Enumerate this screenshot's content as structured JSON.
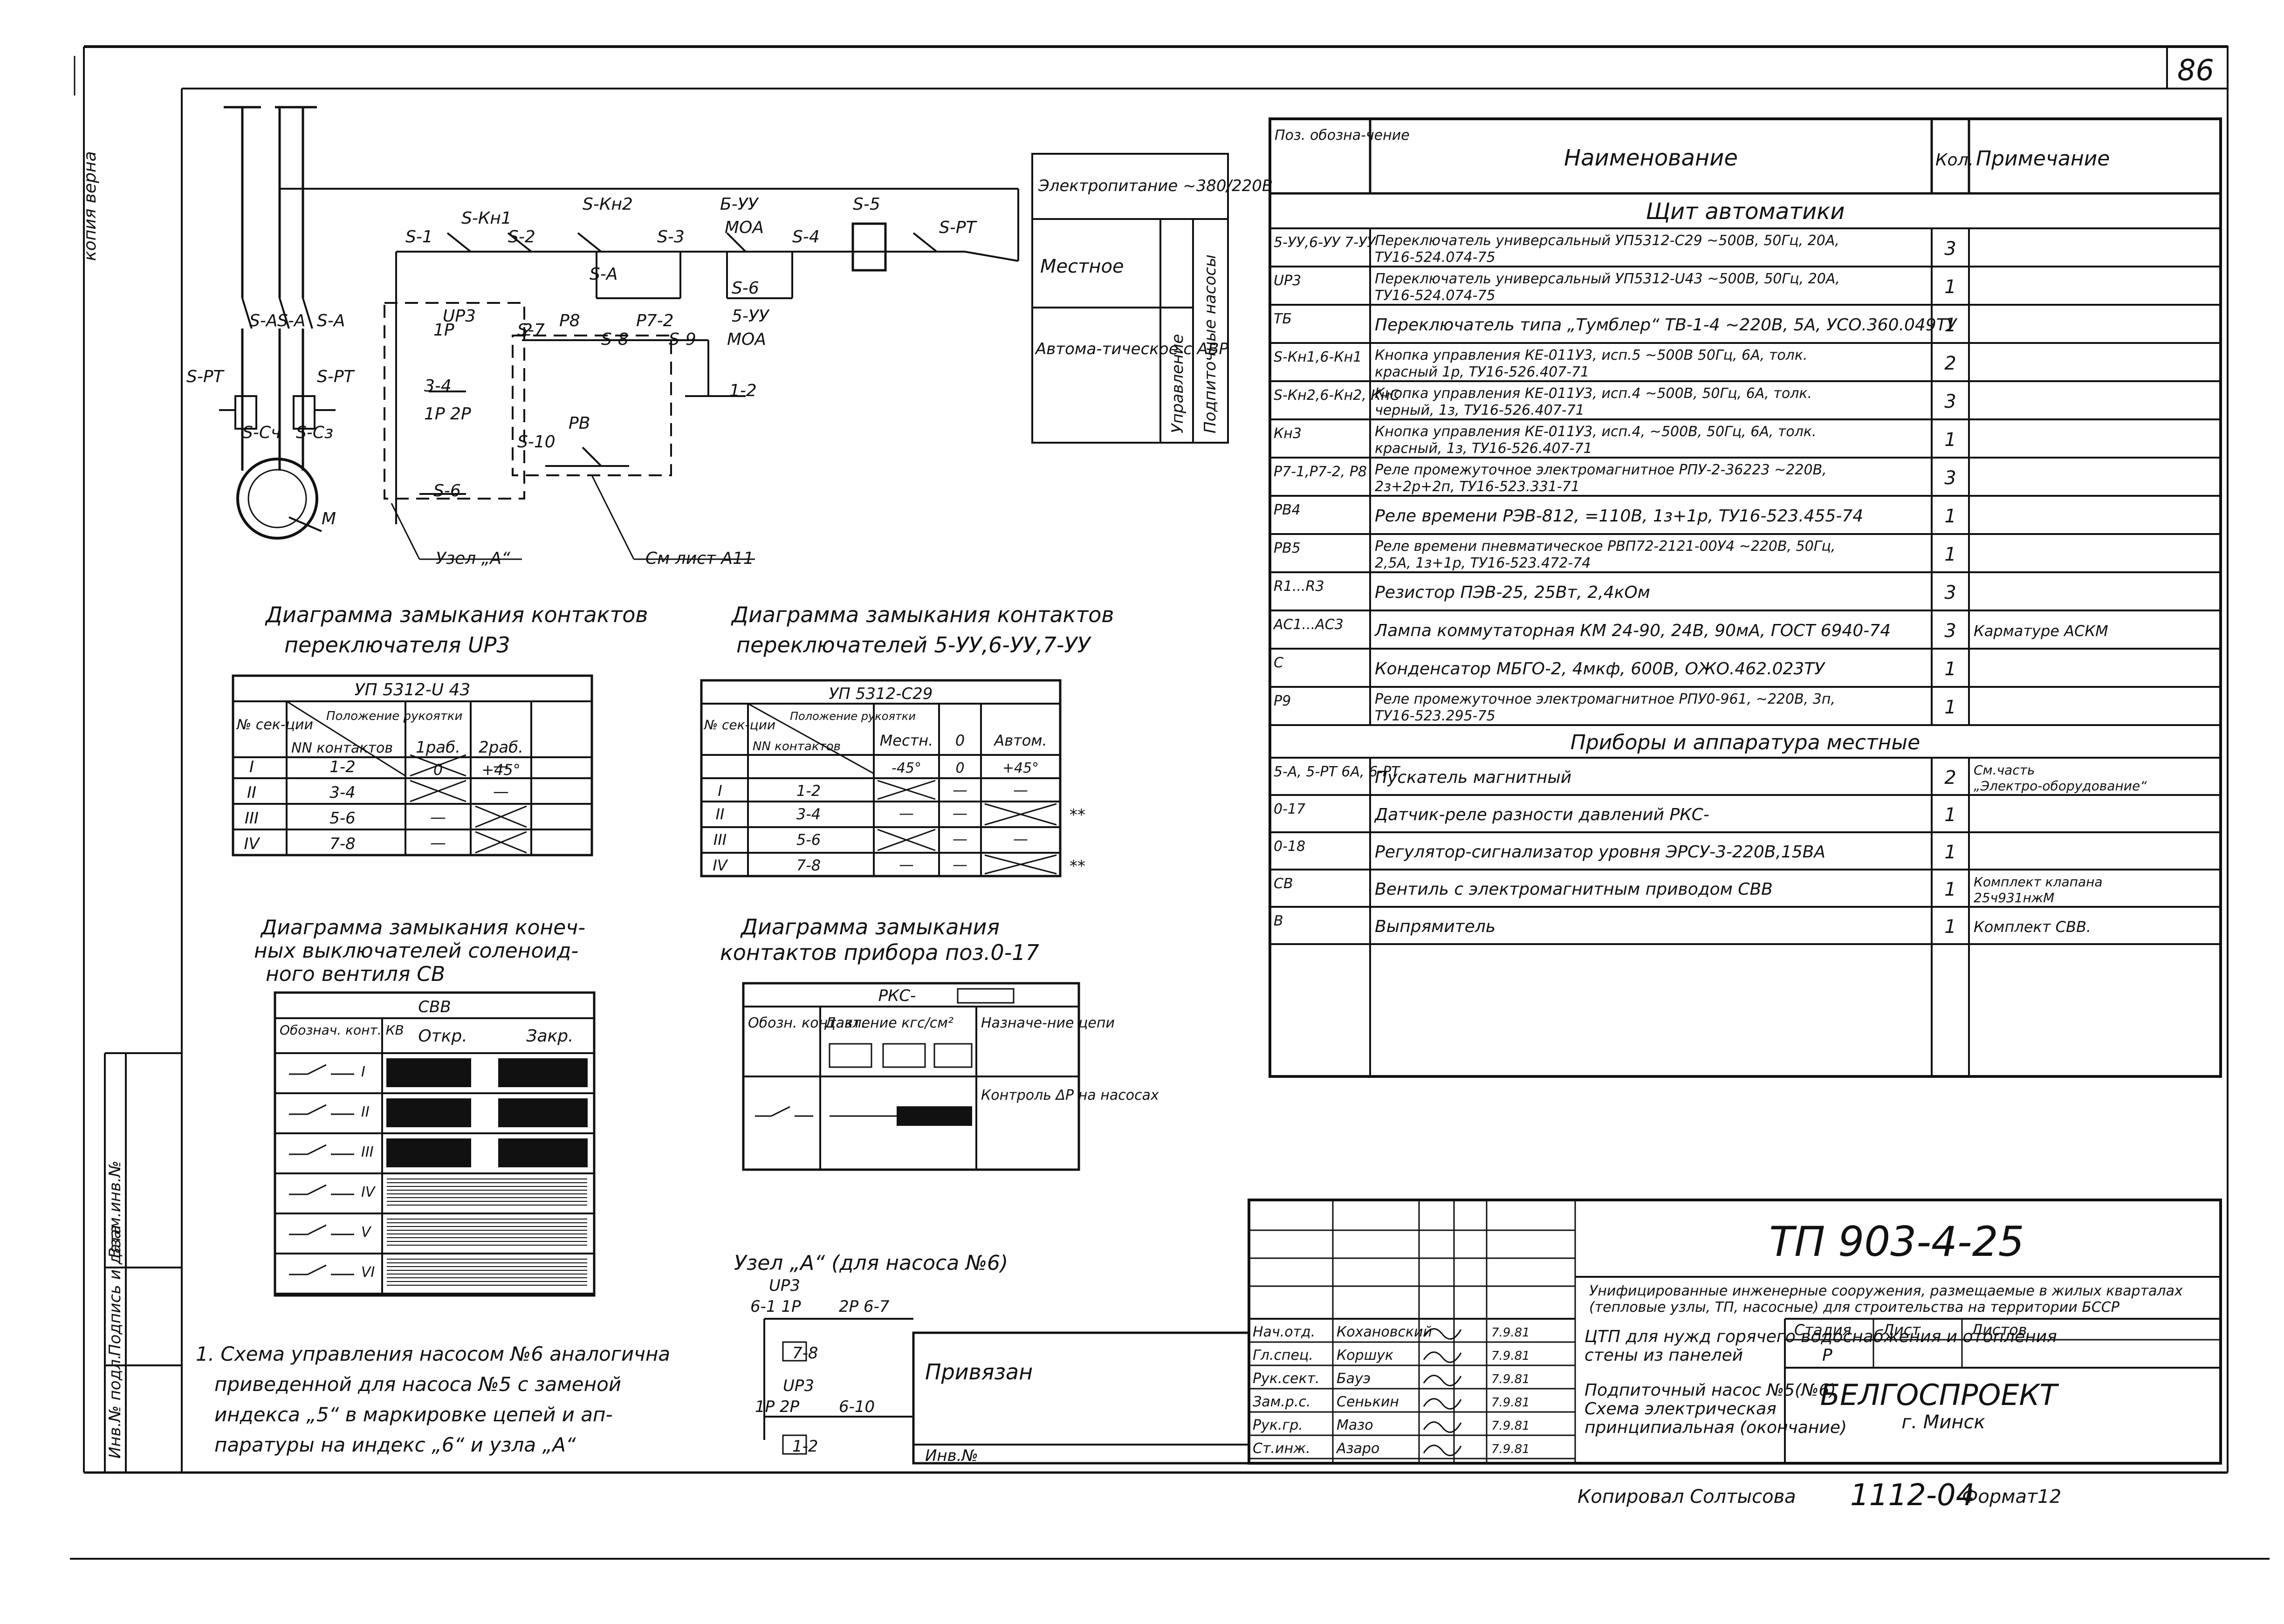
{
  "sheet": {
    "page_number": "86",
    "margin_note": "копия верна",
    "margin_labels": [
      "Инв.№ подл.",
      "Подпись и дата",
      "Взам.инв.№"
    ]
  },
  "power_block": {
    "header": "Электропитание ~380/220В",
    "rows": [
      "Местное",
      "Автома-тическое с АВР"
    ],
    "side_labels": [
      "Управление",
      "Подпиточные насосы"
    ]
  },
  "schematic_labels": [
    "S-1",
    "S-Кн1",
    "S-2",
    "S-Кн2",
    "S-3",
    "S-А",
    "Б-УУ",
    "МОА",
    "S-4",
    "S-6",
    "S-5",
    "S-РТ",
    "UP3",
    "1Р",
    "2",
    "3-4",
    "1Р 2Р",
    "S-7",
    "P8",
    "Р7-2",
    "S-8",
    "S-9",
    "5-УУ",
    "МОА",
    "1-2",
    "S-10",
    "РВ",
    "S-6",
    "S-РТ",
    "S-А",
    "S-А",
    "S-А",
    "S-РТ",
    "S-Сч",
    "S-Сз",
    "М",
    "Узел „А“",
    "См лист А11"
  ],
  "diagram_up3": {
    "title1": "Диаграмма замыкания контактов",
    "title2": "переключателя UP3",
    "model": "УП 5312-U 43",
    "headers": [
      "№ сек-ции",
      "NN контактов",
      "Положение рукоятки",
      "1раб.",
      "2раб."
    ],
    "angles": [
      "0",
      "+45°"
    ],
    "rows": [
      {
        "sec": "I",
        "cont": "1-2",
        "c1": "X",
        "c2": "—"
      },
      {
        "sec": "II",
        "cont": "3-4",
        "c1": "X",
        "c2": "—"
      },
      {
        "sec": "III",
        "cont": "5-6",
        "c1": "—",
        "c2": "X"
      },
      {
        "sec": "IV",
        "cont": "7-8",
        "c1": "—",
        "c2": "X"
      }
    ]
  },
  "diagram_uu": {
    "title1": "Диаграмма замыкания контактов",
    "title2": "переключателей 5-УУ,6-УУ,7-УУ",
    "model": "УП 5312-С29",
    "headers": [
      "№ сек-ции",
      "NN контактов",
      "Положение рукоятки",
      "Местн.",
      "0",
      "Автом."
    ],
    "angles": [
      "-45°",
      "0",
      "+45°"
    ],
    "rows": [
      {
        "sec": "I",
        "cont": "1-2",
        "c1": "X",
        "c2": "—",
        "c3": "—",
        "mark": ""
      },
      {
        "sec": "II",
        "cont": "3-4",
        "c1": "—",
        "c2": "—",
        "c3": "X",
        "mark": "**"
      },
      {
        "sec": "III",
        "cont": "5-6",
        "c1": "X",
        "c2": "—",
        "c3": "—",
        "mark": ""
      },
      {
        "sec": "IV",
        "cont": "7-8",
        "c1": "—",
        "c2": "—",
        "c3": "X",
        "mark": "**"
      }
    ]
  },
  "diagram_cb": {
    "title1": "Диаграмма замыкания конеч-",
    "title2": "ных выключателей соленоид-",
    "title3": "ного вентиля СВ",
    "model": "СВВ",
    "headers": [
      "Обознач. конт. КВ",
      "Откр.",
      "Закр."
    ],
    "row_marks": [
      "I",
      "II",
      "III",
      "IV",
      "V",
      "VI"
    ]
  },
  "diagram_pks": {
    "title1": "Диаграмма замыкания",
    "title2": "контактов прибора поз.0-17",
    "model": "РКС-",
    "headers": [
      "Обозн. контакт.",
      "Давление кгс/см²",
      "Назначе-ние цепи"
    ],
    "purpose": "Контроль ΔР на насосах"
  },
  "node_a": {
    "title": "Узел „А“ (для насоса №6)",
    "labels": [
      "UP3",
      "6-1 1Р",
      "2Р 6-7",
      "7-8",
      "UP3",
      "1Р 2Р",
      "6-10",
      "1-2"
    ]
  },
  "note": {
    "lines": [
      "1. Схема управления насосом №6 аналогична",
      "приведенной для насоса №5 с заменой",
      "индекса „5“ в маркировке цепей и ап-",
      "паратуры на индекс „6“ и узла „А“"
    ]
  },
  "spec_table": {
    "headers": [
      "Поз. обозна-чение",
      "Наименование",
      "Кол.",
      "Примечание"
    ],
    "section1": "Щит автоматики",
    "rows1": [
      {
        "pos": "5-УУ,6-УУ 7-УУ",
        "name": "Переключатель универсальный УП5312-С29 ~500В, 50Гц, 20А, ТУ16-524.074-75",
        "qty": "3",
        "note": ""
      },
      {
        "pos": "UP3",
        "name": "Переключатель универсальный УП5312-U43 ~500В, 50Гц, 20А, ТУ16-524.074-75",
        "qty": "1",
        "note": ""
      },
      {
        "pos": "ТБ",
        "name": "Переключатель типа „Тумблер“ ТВ-1-4 ~220В, 5А, УСО.360.049ТУ",
        "qty": "1",
        "note": ""
      },
      {
        "pos": "S-Кн1,6-Кн1",
        "name": "Кнопка управления КЕ-011У3, исп.5 ~500В 50Гц, 6А, толк. красный 1р, ТУ16-526.407-71",
        "qty": "2",
        "note": ""
      },
      {
        "pos": "S-Кн2,6-Кн2, КнС",
        "name": "Кнопка управления КЕ-011У3, исп.4 ~500В, 50Гц, 6А, толк. черный, 1з, ТУ16-526.407-71",
        "qty": "3",
        "note": ""
      },
      {
        "pos": "Кн3",
        "name": "Кнопка управления КЕ-011У3, исп.4, ~500В, 50Гц, 6А, толк. красный, 1з, ТУ16-526.407-71",
        "qty": "1",
        "note": ""
      },
      {
        "pos": "Р7-1,Р7-2, Р8",
        "name": "Реле промежуточное электромагнитное РПУ-2-36223 ~220В, 2з+2р+2п, ТУ16-523.331-71",
        "qty": "3",
        "note": ""
      },
      {
        "pos": "РВ4",
        "name": "Реле времени РЭВ-812, =110В, 1з+1р, ТУ16-523.455-74",
        "qty": "1",
        "note": ""
      },
      {
        "pos": "РВ5",
        "name": "Реле времени пневматическое РВП72-2121-00У4 ~220В, 50Гц, 2,5А, 1з+1р, ТУ16-523.472-74",
        "qty": "1",
        "note": ""
      },
      {
        "pos": "R1...R3",
        "name": "Резистор ПЭВ-25, 25Вт, 2,4кОм",
        "qty": "3",
        "note": ""
      },
      {
        "pos": "АС1...АС3",
        "name": "Лампа коммутаторная КМ 24-90, 24В, 90мА, ГОСТ 6940-74",
        "qty": "3",
        "note": "Карматуре АСКМ"
      },
      {
        "pos": "С",
        "name": "Конденсатор МБГО-2, 4мкф, 600В, ОЖО.462.023ТУ",
        "qty": "1",
        "note": ""
      },
      {
        "pos": "Р9",
        "name": "Реле промежуточное электромагнитное РПУ0-961, ~220В, 3п, ТУ16-523.295-75",
        "qty": "1",
        "note": ""
      }
    ],
    "section2": "Приборы и аппаратура местные",
    "rows2": [
      {
        "pos": "5-А, 5-РТ 6А, 6-РТ",
        "name": "Пускатель магнитный",
        "qty": "2",
        "note": "См.часть „Электро-оборудование“"
      },
      {
        "pos": "0-17",
        "name": "Датчик-реле разности давлений РКС-",
        "qty": "1",
        "note": ""
      },
      {
        "pos": "0-18",
        "name": "Регулятор-сигнализатор уровня ЭРСУ-3-220В,15ВА",
        "qty": "1",
        "note": ""
      },
      {
        "pos": "СВ",
        "name": "Вентиль с электромагнитным приводом СВВ",
        "qty": "1",
        "note": "Комплект клапана 25ч931нжМ"
      },
      {
        "pos": "В",
        "name": "Выпрямитель",
        "qty": "1",
        "note": "Комплект СВВ."
      }
    ]
  },
  "title_block": {
    "project_code": "ТП 903-4-25",
    "project_desc": "Унифицированные инженерные сооружения, размещаемые в жилых кварталах (тепловые узлы, ТП, насосные) для строительства на территории БССР",
    "sheet_title": "ЦТП для нужд горячего водоснабжения и отопления стены из панелей Подпиточный насос №5(№6) Схема электрическая принципиальная (окончание)",
    "stage_headers": [
      "Стадия",
      "Лист",
      "Листов"
    ],
    "stage_values": [
      "Р",
      "",
      ""
    ],
    "org": "БЕЛГОСПРОЕКТ",
    "city": "г. Минск",
    "attached": "Привязан",
    "inv_no": "Инв.№",
    "staff": [
      {
        "role": "Нач.отд.",
        "name": "Кохановский",
        "date": "7.9.81"
      },
      {
        "role": "Гл.спец.",
        "name": "Коршук",
        "date": "7.9.81"
      },
      {
        "role": "Рук.сект.",
        "name": "Бауэ",
        "date": "7.9.81"
      },
      {
        "role": "Зам.р.с.",
        "name": "Сенькин",
        "date": "7.9.81"
      },
      {
        "role": "Рук.гр.",
        "name": "Мазо",
        "date": "7.9.81"
      },
      {
        "role": "Ст.инж.",
        "name": "Азаро",
        "date": "7.9.81"
      }
    ],
    "copied_by": "Копировал Солтысова",
    "order_no": "1112-04",
    "format": "Формат12"
  }
}
